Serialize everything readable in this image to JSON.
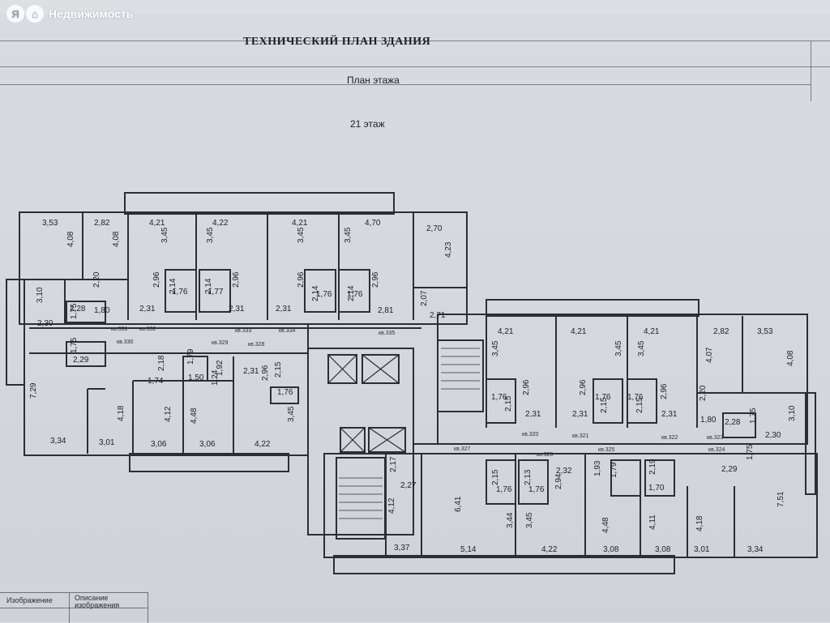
{
  "watermark": {
    "logo": "Я",
    "text": "Недвижимость"
  },
  "document": {
    "title": "ТЕХНИЧЕСКИЙ ПЛАН ЗДАНИЯ",
    "subtitle": "План этажа",
    "floor": "21 этаж"
  },
  "stamp": {
    "image_label": "Изображение",
    "description_label": "Описание изображения"
  },
  "dims": [
    {
      "t": "3,53"
    },
    {
      "t": "2,82"
    },
    {
      "t": "4,21"
    },
    {
      "t": "4,22"
    },
    {
      "t": "4,21"
    },
    {
      "t": "4,70"
    },
    {
      "t": "2,70"
    },
    {
      "t": "4,08"
    },
    {
      "t": "4,08"
    },
    {
      "t": "3,45"
    },
    {
      "t": "3,45"
    },
    {
      "t": "3,45"
    },
    {
      "t": "3,45"
    },
    {
      "t": "4,23"
    },
    {
      "t": "2,20"
    },
    {
      "t": "2,96"
    },
    {
      "t": "2,96"
    },
    {
      "t": "2,96"
    },
    {
      "t": "2,96"
    },
    {
      "t": "2,07"
    },
    {
      "t": "3,10"
    },
    {
      "t": "2,28"
    },
    {
      "t": "1,76"
    },
    {
      "t": "1,77"
    },
    {
      "t": "1,76"
    },
    {
      "t": "1,76"
    },
    {
      "t": "2,14"
    },
    {
      "t": "2,14"
    },
    {
      "t": "2,14"
    },
    {
      "t": "2,14"
    },
    {
      "t": "2,30"
    },
    {
      "t": "1,75"
    },
    {
      "t": "1,80"
    },
    {
      "t": "2,31"
    },
    {
      "t": "2,31"
    },
    {
      "t": "2,31"
    },
    {
      "t": "2,81"
    },
    {
      "t": "2,71"
    },
    {
      "t": "1,75"
    },
    {
      "t": "2,29"
    },
    {
      "t": "2,18"
    },
    {
      "t": "1,79"
    },
    {
      "t": "1,74"
    },
    {
      "t": "1,50"
    },
    {
      "t": "1,92"
    },
    {
      "t": "1,24"
    },
    {
      "t": "2,31"
    },
    {
      "t": "2,96"
    },
    {
      "t": "2,15"
    },
    {
      "t": "1,76"
    },
    {
      "t": "7,29"
    },
    {
      "t": "4,18"
    },
    {
      "t": "4,12"
    },
    {
      "t": "4,48"
    },
    {
      "t": "3,45"
    },
    {
      "t": "3,34"
    },
    {
      "t": "3,01"
    },
    {
      "t": "3,06"
    },
    {
      "t": "3,06"
    },
    {
      "t": "4,22"
    },
    {
      "t": "4,21"
    },
    {
      "t": "4,21"
    },
    {
      "t": "4,21"
    },
    {
      "t": "2,82"
    },
    {
      "t": "3,53"
    },
    {
      "t": "3,45"
    },
    {
      "t": "3,45"
    },
    {
      "t": "3,45"
    },
    {
      "t": "4,07"
    },
    {
      "t": "4,08"
    },
    {
      "t": "1,76"
    },
    {
      "t": "2,96"
    },
    {
      "t": "2,96"
    },
    {
      "t": "1,76"
    },
    {
      "t": "1,76"
    },
    {
      "t": "2,96"
    },
    {
      "t": "2,15"
    },
    {
      "t": "2,15"
    },
    {
      "t": "2,15"
    },
    {
      "t": "2,31"
    },
    {
      "t": "2,31"
    },
    {
      "t": "2,31"
    },
    {
      "t": "2,20"
    },
    {
      "t": "1,80"
    },
    {
      "t": "2,28"
    },
    {
      "t": "1,75"
    },
    {
      "t": "3,10"
    },
    {
      "t": "2,30"
    },
    {
      "t": "2,17"
    },
    {
      "t": "2,27"
    },
    {
      "t": "2,15"
    },
    {
      "t": "2,13"
    },
    {
      "t": "2,32"
    },
    {
      "t": "1,76"
    },
    {
      "t": "1,76"
    },
    {
      "t": "2,94"
    },
    {
      "t": "1,93"
    },
    {
      "t": "1,79"
    },
    {
      "t": "2,19"
    },
    {
      "t": "1,70"
    },
    {
      "t": "2,29"
    },
    {
      "t": "1,75"
    },
    {
      "t": "4,12"
    },
    {
      "t": "6,41"
    },
    {
      "t": "3,44"
    },
    {
      "t": "3,45"
    },
    {
      "t": "4,48"
    },
    {
      "t": "4,11"
    },
    {
      "t": "4,18"
    },
    {
      "t": "7,51"
    },
    {
      "t": "3,37"
    },
    {
      "t": "5,14"
    },
    {
      "t": "4,22"
    },
    {
      "t": "3,08"
    },
    {
      "t": "3,08"
    },
    {
      "t": "3,01"
    },
    {
      "t": "3,34"
    }
  ],
  "apts": [
    {
      "t": "кв.331"
    },
    {
      "t": "кв.332"
    },
    {
      "t": "кв.333"
    },
    {
      "t": "кв.334"
    },
    {
      "t": "кв.335"
    },
    {
      "t": "кв.330"
    },
    {
      "t": "кв.329"
    },
    {
      "t": "кв.328"
    },
    {
      "t": "кв.320"
    },
    {
      "t": "кв.321"
    },
    {
      "t": "кв.322"
    },
    {
      "t": "кв.323"
    },
    {
      "t": "кв.324"
    },
    {
      "t": "кв.327"
    },
    {
      "t": "кв.326"
    },
    {
      "t": "кв.325"
    }
  ]
}
